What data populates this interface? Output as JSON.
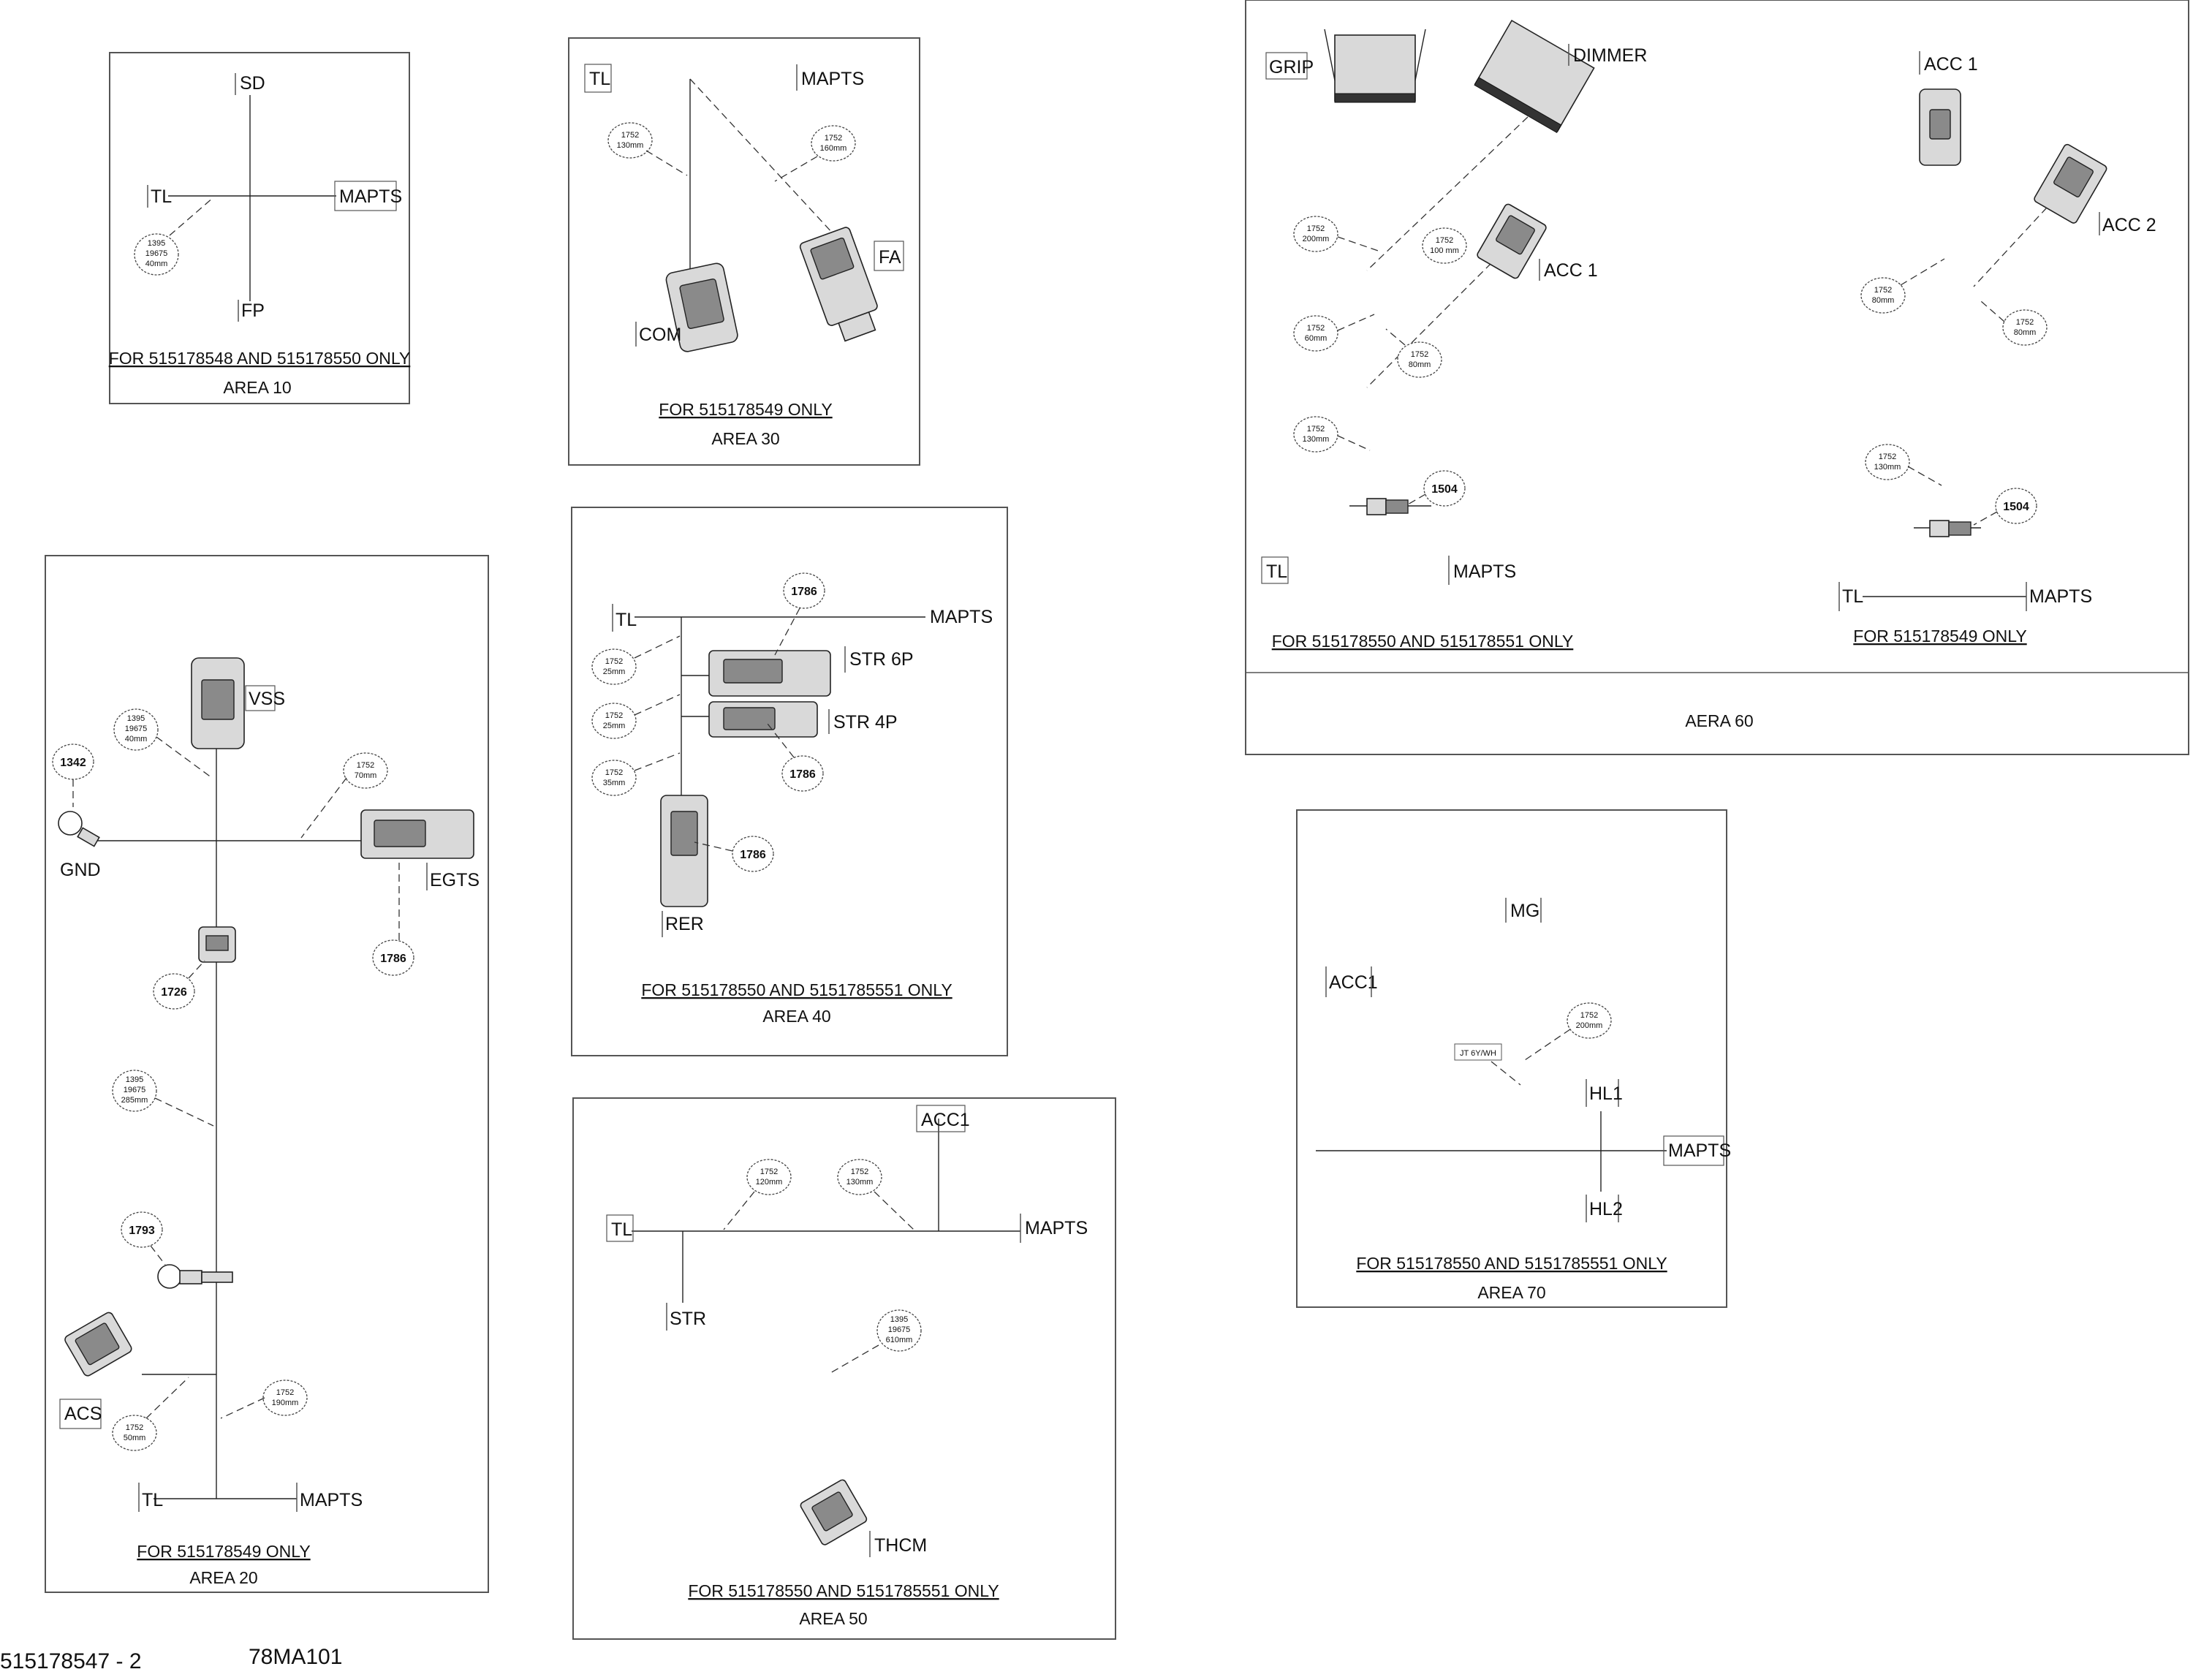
{
  "areas": {
    "a10": {
      "labels": {
        "sd": "SD",
        "tl": "TL",
        "mapts": "MAPTS",
        "fp": "FP"
      },
      "callouts": [
        {
          "lines": [
            "1395",
            "19675",
            "40mm"
          ]
        }
      ],
      "note": "FOR 515178548 AND 515178550 ONLY",
      "title": "AREA 10"
    },
    "a30": {
      "labels": {
        "tl": "TL",
        "mapts": "MAPTS",
        "fa": "FA",
        "com": "COM"
      },
      "callouts": [
        {
          "lines": [
            "1752",
            "130mm"
          ]
        },
        {
          "lines": [
            "1752",
            "160mm"
          ]
        }
      ],
      "note": "FOR 515178549 ONLY",
      "title": "AREA 30"
    },
    "a60": {
      "labels": {
        "grip": "GRIP",
        "dimmer": "DIMMER",
        "acc1_top": "ACC 1",
        "acc1": "ACC 1",
        "acc2": "ACC 2",
        "tl": "TL",
        "mapts": "MAPTS",
        "tl_b": "TL",
        "mapts_b": "MAPTS"
      },
      "callouts": [
        {
          "lines": [
            "1752",
            "200mm"
          ]
        },
        {
          "lines": [
            "1752",
            "100 mm"
          ]
        },
        {
          "lines": [
            "1752",
            "60mm"
          ]
        },
        {
          "lines": [
            "1752",
            "80mm"
          ]
        },
        {
          "lines": [
            "1752",
            "130mm"
          ]
        },
        {
          "lines": [
            "1752",
            "80mm"
          ]
        },
        {
          "lines": [
            "1752",
            "80mm"
          ]
        },
        {
          "lines": [
            "1752",
            "130mm"
          ]
        }
      ],
      "bubbles": [
        "1504",
        "1504"
      ],
      "note_left": "FOR 515178550 AND 515178551 ONLY",
      "note_right": "FOR 515178549 ONLY",
      "title": "AERA 60"
    },
    "a20": {
      "labels": {
        "vss": "VSS",
        "gnd": "GND",
        "egts": "EGTS",
        "acs": "ACS",
        "tl": "TL",
        "mapts": "MAPTS"
      },
      "callouts": [
        {
          "lines": [
            "1395",
            "19675",
            "40mm"
          ]
        },
        {
          "lines": [
            "1752",
            "70mm"
          ]
        },
        {
          "lines": [
            "1395",
            "19675",
            "285mm"
          ]
        },
        {
          "lines": [
            "1752",
            "190mm"
          ]
        },
        {
          "lines": [
            "1752",
            "50mm"
          ]
        }
      ],
      "bubbles": [
        "1342",
        "1786",
        "1726",
        "1793"
      ],
      "note": "FOR 515178549 ONLY",
      "title": "AREA 20"
    },
    "a40": {
      "labels": {
        "tl": "TL",
        "mapts": "MAPTS",
        "str6p": "STR 6P",
        "str4p": "STR 4P",
        "rer": "RER"
      },
      "callouts": [
        {
          "lines": [
            "1752",
            "25mm"
          ]
        },
        {
          "lines": [
            "1752",
            "25mm"
          ]
        },
        {
          "lines": [
            "1752",
            "35mm"
          ]
        }
      ],
      "bubbles": [
        "1786",
        "1786",
        "1786"
      ],
      "note": "FOR 515178550 AND 5151785551 ONLY",
      "title": "AREA 40"
    },
    "a50": {
      "labels": {
        "acc1": "ACC1",
        "tl": "TL",
        "mapts": "MAPTS",
        "str": "STR",
        "thcm": "THCM"
      },
      "callouts": [
        {
          "lines": [
            "1752",
            "120mm"
          ]
        },
        {
          "lines": [
            "1752",
            "130mm"
          ]
        },
        {
          "lines": [
            "1395",
            "19675",
            "610mm"
          ]
        }
      ],
      "note": "FOR 515178550 AND 5151785551 ONLY",
      "title": "AREA 50"
    },
    "a70": {
      "labels": {
        "mg": "MG",
        "acc1": "ACC1",
        "hl1": "HL1",
        "hl2": "HL2",
        "mapts": "MAPTS",
        "tag": "JT 6Y/WH"
      },
      "callouts": [
        {
          "lines": [
            "1752",
            "200mm"
          ]
        }
      ],
      "note": "FOR 515178550 AND 5151785551 ONLY",
      "title": "AREA 70"
    }
  },
  "footer": {
    "part_number": "515178547 - 2",
    "ref": "78MA101"
  }
}
